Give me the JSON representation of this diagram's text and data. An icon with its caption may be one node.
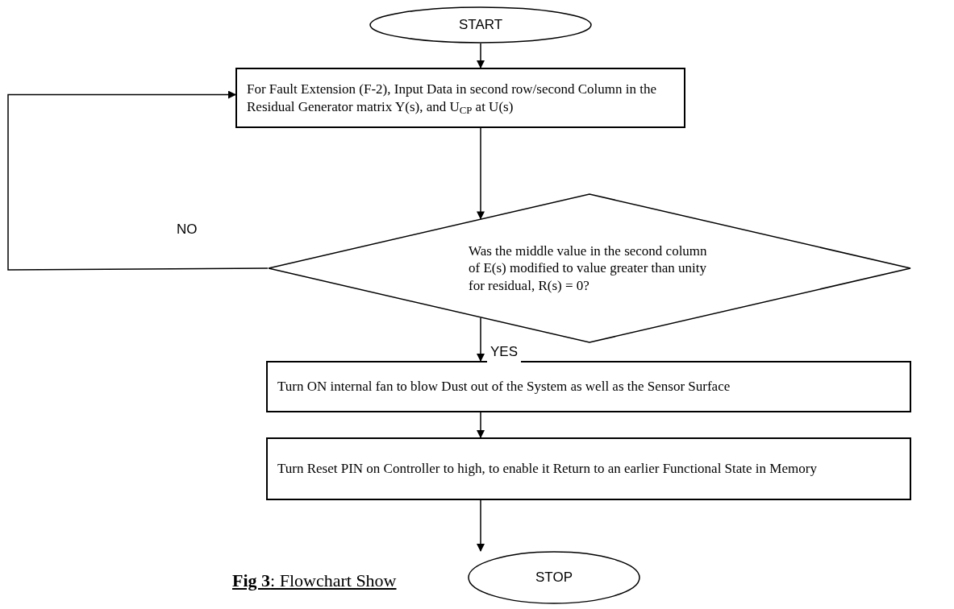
{
  "diagram": {
    "caption": "**Fig 3**: Flowchart Show",
    "nodes": [
      {
        "text": [
          "START"
        ]
      },
      {
        "text": [
          "For Fault Extension (F-2), Input Data in second row/second Column in the Residual Generator matrix Y(s), and U$_{CP}$ at U(s)"
        ]
      },
      {
        "text": [
          "Was the middle value in the second column of E(s) modified to value greater than unity for residual, R(s) = 0?"
        ]
      },
      {
        "text": [
          "Turn ON internal fan to blow Dust out of the System as well as the Sensor Surface"
        ]
      },
      {
        "text": [
          "Turn Reset PIN on Controller to high, to enable it Return to an earlier Functional State in Memory"
        ]
      },
      {
        "text": [
          "STOP"
        ]
      }
    ],
    "edges": [
      {
        "from": 0,
        "to": 1,
        "arrow": "to"
      },
      {
        "from": 1,
        "to": 2,
        "arrow": "to"
      },
      {
        "from": 2,
        "to": 1,
        "arrow": "to",
        "label": "NO"
      },
      {
        "from": 2,
        "to": 3,
        "arrow": "to",
        "label": "YES"
      },
      {
        "from": 3,
        "to": 4,
        "arrow": "to"
      },
      {
        "from": 4,
        "to": 5,
        "arrow": "to"
      }
    ]
  }
}
